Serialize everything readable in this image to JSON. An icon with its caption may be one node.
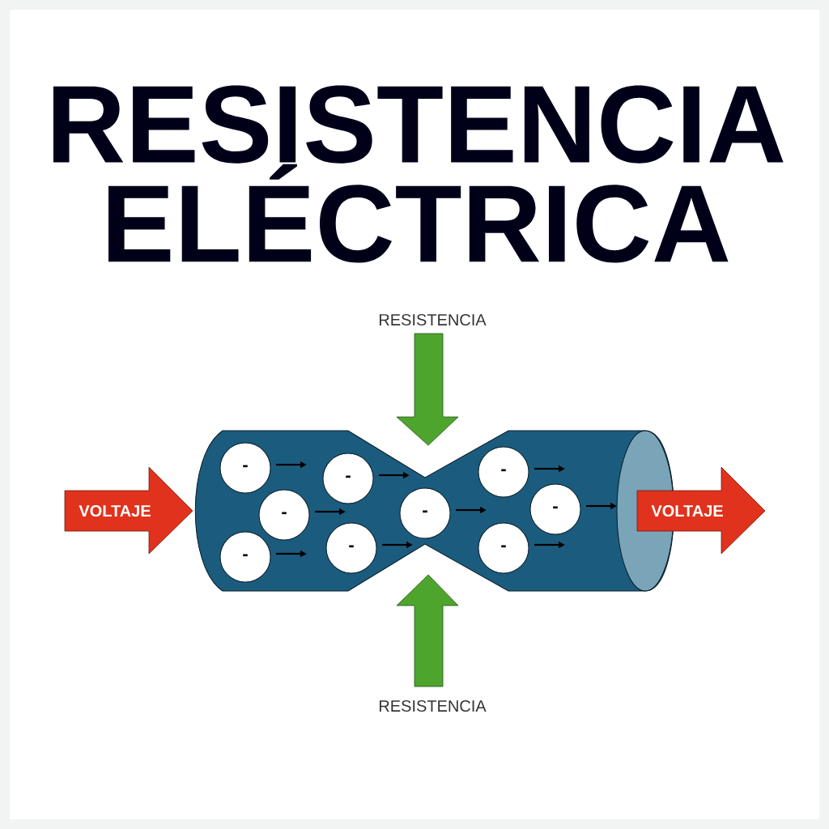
{
  "diagram": {
    "title": "RESISTENCIA ELÉCTRICA",
    "nodes": [
      {
        "text": [],
        "shape": "cylinder"
      },
      {
        "text": [
          "-"
        ],
        "in": 0
      },
      {
        "text": [
          "-"
        ],
        "in": 0
      },
      {
        "text": [
          "-"
        ],
        "in": 0
      },
      {
        "text": [
          "-"
        ],
        "in": 0
      },
      {
        "text": [
          "-"
        ],
        "in": 0
      },
      {
        "text": [
          "-"
        ],
        "in": 0
      },
      {
        "text": [
          "-"
        ],
        "in": 0
      },
      {
        "text": [
          "-"
        ],
        "in": 0
      },
      {
        "text": [
          "-"
        ],
        "in": 0
      },
      {
        "text": [
          "VOLTAJE"
        ]
      },
      {
        "text": [
          "VOLTAJE"
        ]
      }
    ],
    "labels": [
      "RESISTENCIA",
      "RESISTENCIA"
    ]
  }
}
